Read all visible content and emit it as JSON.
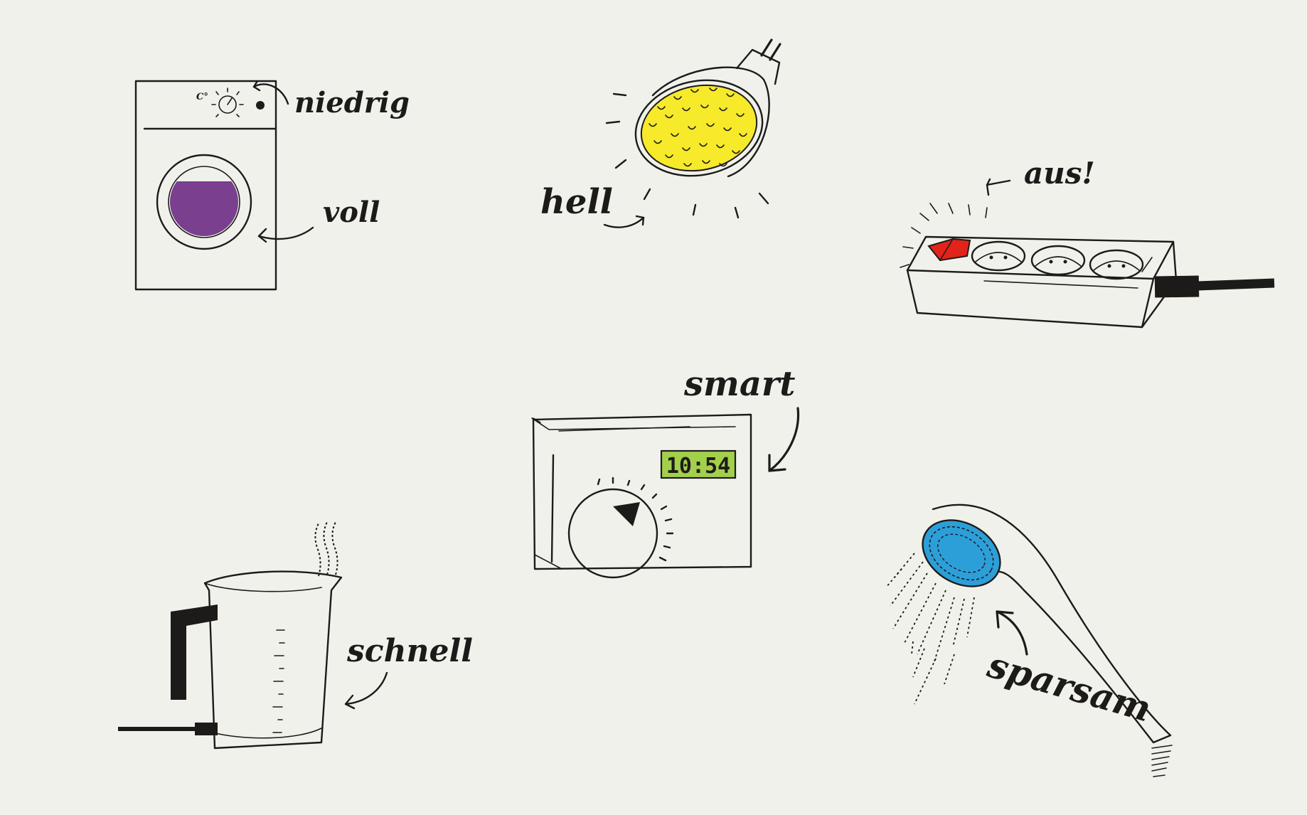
{
  "annotations": {
    "washing_machine_temp": "niedrig",
    "washing_machine_load": "voll",
    "lamp": "hell",
    "power_strip": "aus!",
    "thermostat": "smart",
    "kettle": "schnell",
    "shower": "sparsam"
  },
  "thermostat_display": "10:54",
  "washing_machine_dial_label": "C°",
  "icons": {
    "washing_machine": "washing-machine-icon",
    "lamp": "led-spotlight-icon",
    "power_strip": "power-strip-icon",
    "thermostat": "thermostat-icon",
    "kettle": "kettle-icon",
    "shower": "shower-head-icon"
  },
  "colors": {
    "background": "#f1f1ec",
    "ink": "#1d1b1a",
    "washer_water": "#7a3f8f",
    "bulb_led": "#f6ea2a",
    "switch_red": "#e2231a",
    "lcd_green": "#a3d04a",
    "shower_blue": "#2c9fd9"
  }
}
